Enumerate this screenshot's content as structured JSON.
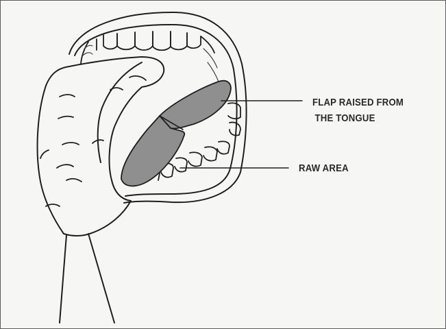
{
  "figure": {
    "labels": {
      "flap_line1": "FLAP RAISED  FROM",
      "flap_line2": "THE TONGUE",
      "raw_area": "RAW AREA"
    },
    "colors": {
      "flap_fill": "#8f8f8f",
      "line": "#1e1e1e",
      "background": "#f6f6f4"
    }
  }
}
